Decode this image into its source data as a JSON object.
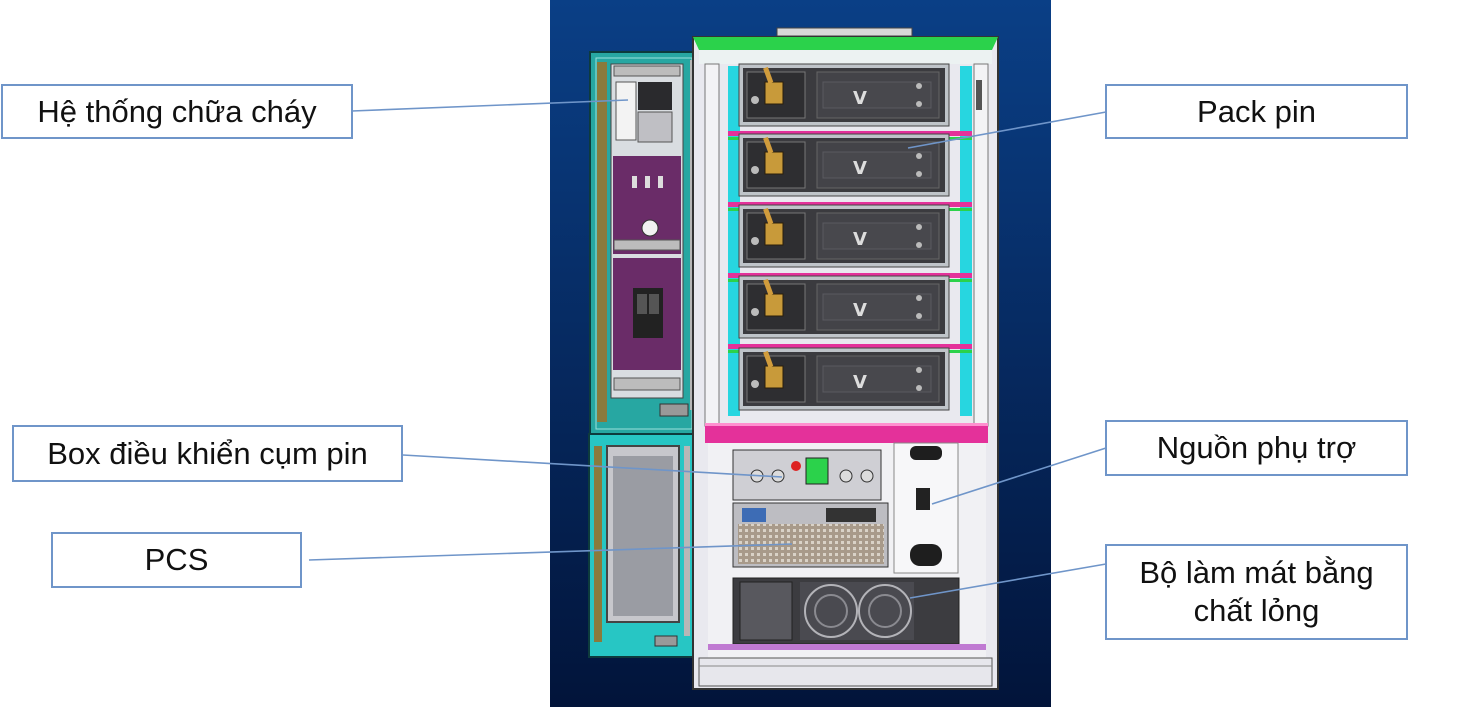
{
  "colors": {
    "background_gradient_top": "#0a3f86",
    "background_gradient_bottom": "#02143a",
    "cabinet_frame": "#e9e9ef",
    "door_teal": "#27a7a2",
    "panel_purple": "#6a2c68",
    "accent_green": "#2bd24b",
    "accent_magenta": "#e4319a",
    "accent_cyan": "#27d6e0",
    "pack_gray": "#3b3b3f",
    "callout_border": "#6f95c9",
    "leader_line": "#6f95c9"
  },
  "labels": {
    "fire_system": "Hệ thống chữa cháy",
    "pack_pin": "Pack pin",
    "box_control": "Box điều khiển cụm pin",
    "aux_power": "Nguồn phụ trợ",
    "pcs": "PCS",
    "cooling_line1": "Bộ làm mát bằng",
    "cooling_line2": "chất lỏng"
  },
  "pack_logo": "V",
  "pack_count": 5
}
